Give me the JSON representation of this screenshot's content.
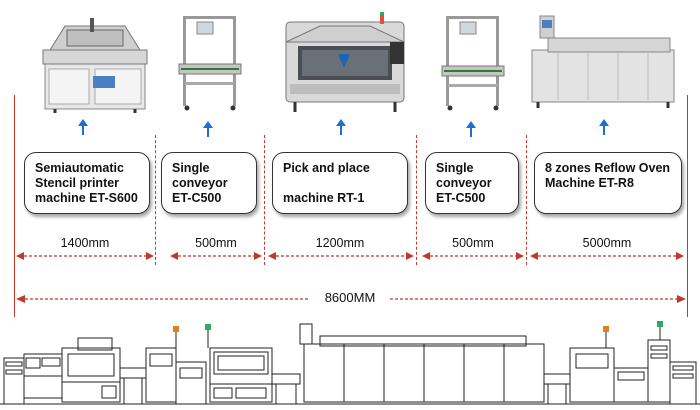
{
  "stations": [
    {
      "id": "printer",
      "label": "Semiautomatic\nStencil printer\nmachine ET-S600",
      "dimension": "1400mm"
    },
    {
      "id": "conveyor1",
      "label": "Single\nconveyor\nET-C500",
      "dimension": "500mm"
    },
    {
      "id": "pnp",
      "label": "Pick and place\n\nmachine RT-1",
      "dimension": "1200mm"
    },
    {
      "id": "conveyor2",
      "label": "Single\nconveyor\nET-C500",
      "dimension": "500mm"
    },
    {
      "id": "oven",
      "label": "8 zones Reflow Oven\nMachine ET-R8",
      "dimension": "5000mm"
    }
  ],
  "total_length": "8600MM",
  "colors": {
    "arrow_blue": "#1f6fd1",
    "dimension_red": "#c0392b",
    "box_border": "#333333"
  }
}
